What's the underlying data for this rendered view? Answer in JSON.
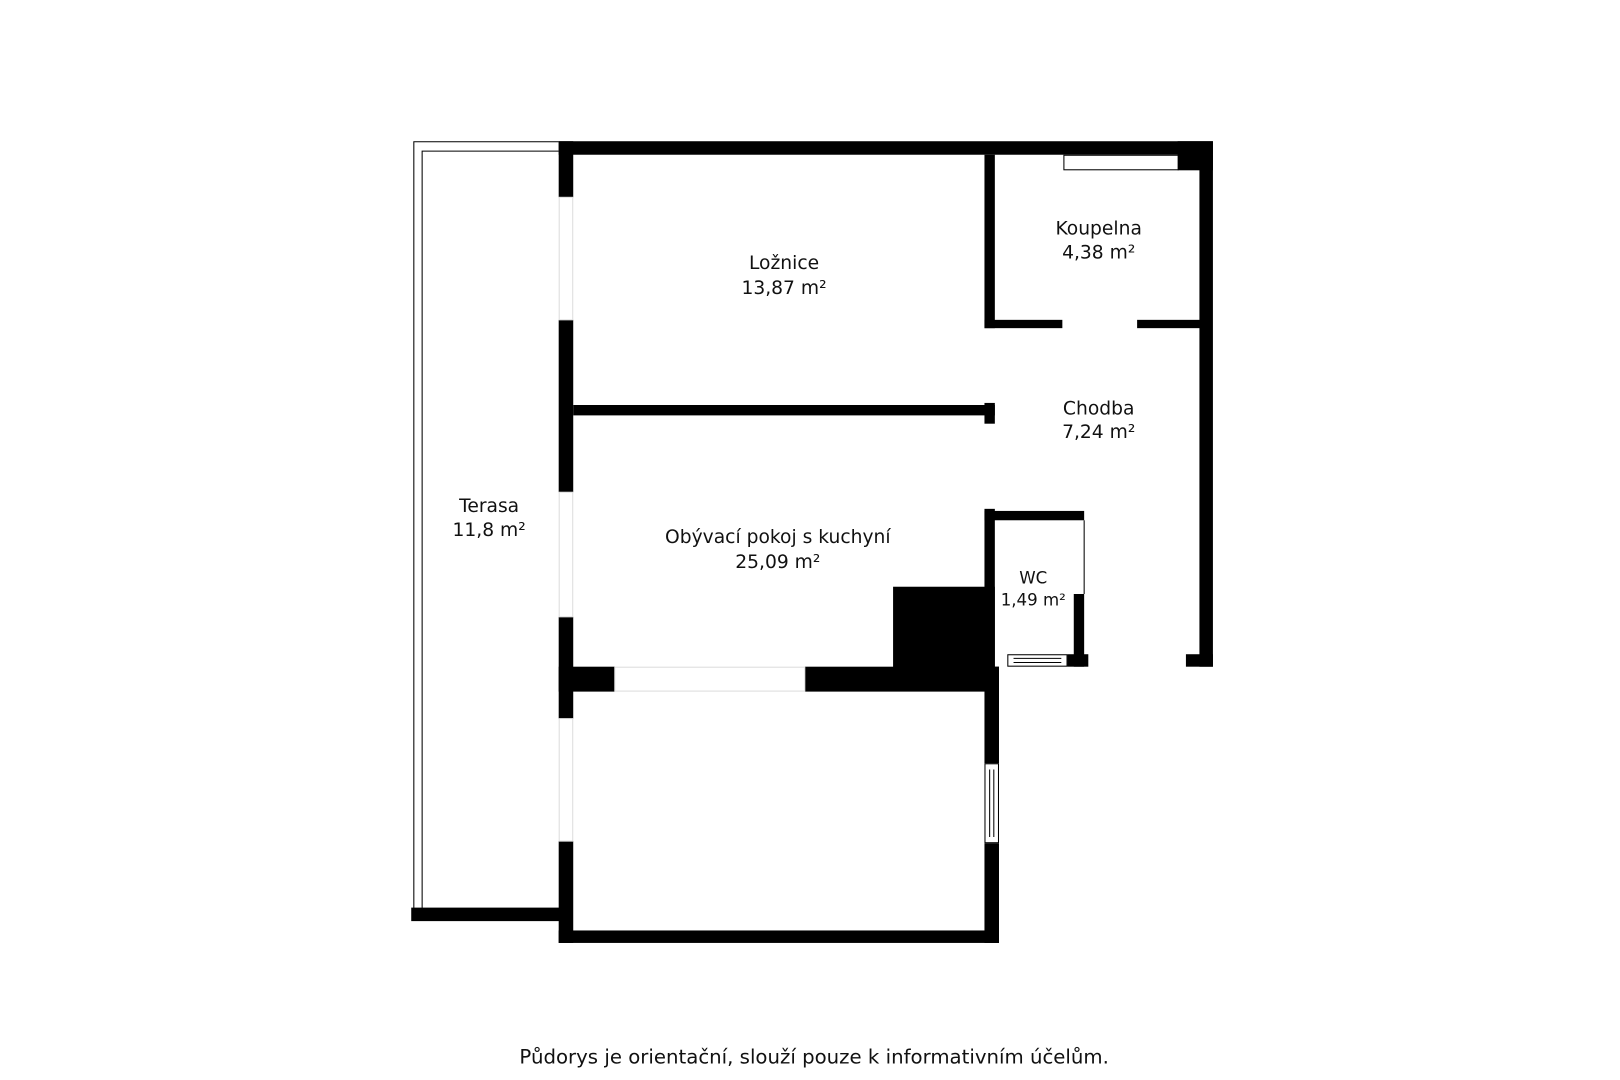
{
  "colors": {
    "wall": "#000000",
    "background": "#ffffff",
    "opening": "#e6e6e6"
  },
  "rooms": [
    {
      "name": "Ložnice",
      "area": "13,87 m²"
    },
    {
      "name": "Koupelna",
      "area": "4,38 m²"
    },
    {
      "name": "Chodba",
      "area": "7,24 m²"
    },
    {
      "name": "Terasa",
      "area": "11,8 m²"
    },
    {
      "name": "Obývací pokoj s kuchyní",
      "area": "25,09 m²"
    },
    {
      "name": "WC",
      "area": "1,49 m²"
    }
  ],
  "footer": {
    "disclaimer": "Půdorys je orientační, slouží pouze k informativním účelům."
  }
}
